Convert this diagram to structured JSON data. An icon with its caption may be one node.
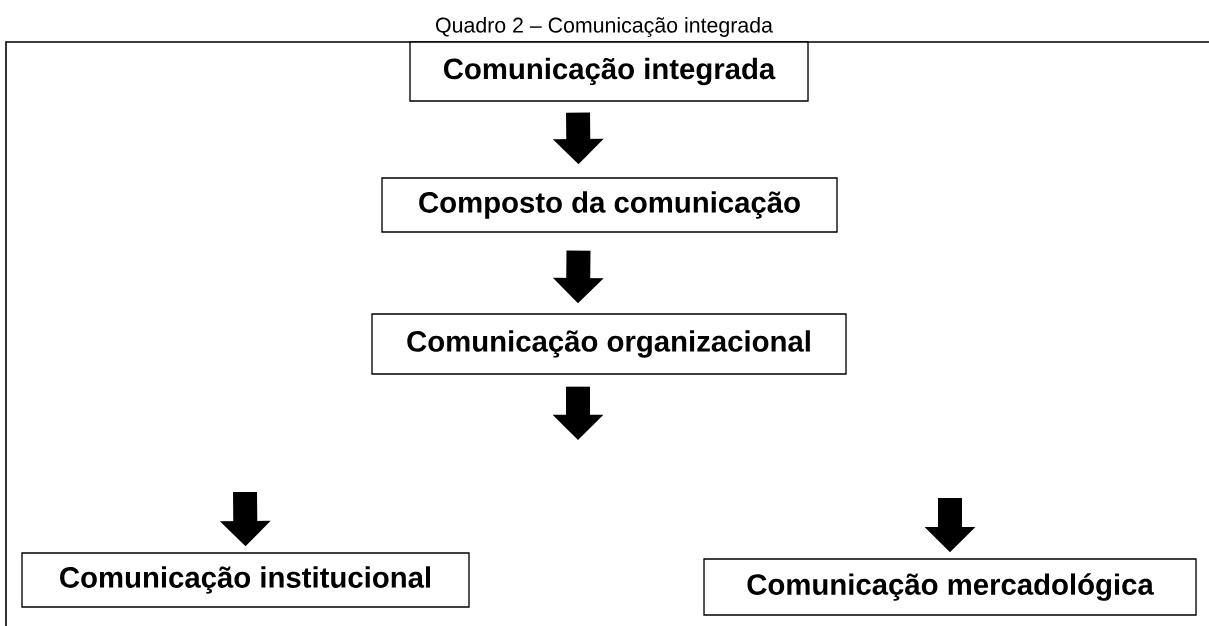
{
  "diagram": {
    "title": "Quadro 2 – Comunicação integrada",
    "nodes": [
      {
        "text": [
          "Comunicação integrada"
        ]
      },
      {
        "text": [
          "Composto da comunicação"
        ]
      },
      {
        "text": [
          "Comunicação organizacional"
        ]
      },
      {
        "text": [
          "Comunicação institucional"
        ]
      },
      {
        "text": [
          "Comunicação mercadológica"
        ]
      }
    ],
    "edges": [
      {
        "from": 0,
        "to": 1,
        "arrow": "to"
      },
      {
        "from": 1,
        "to": 2,
        "arrow": "to"
      },
      {
        "from": 2,
        "to": null,
        "arrow": "to"
      },
      {
        "from": null,
        "to": 3,
        "arrow": "to"
      },
      {
        "from": null,
        "to": 4,
        "arrow": "to"
      }
    ]
  }
}
